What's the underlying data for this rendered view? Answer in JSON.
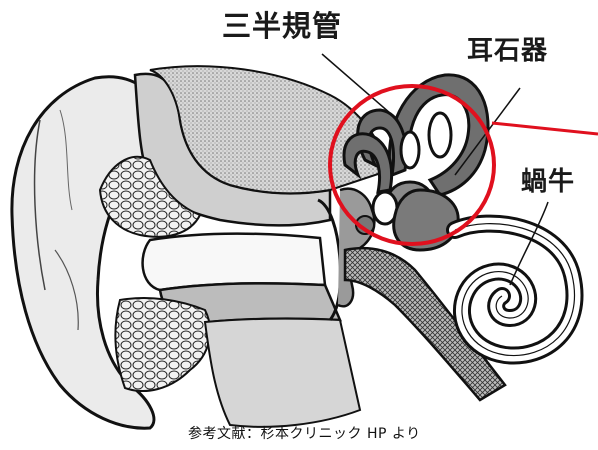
{
  "labels": {
    "semicircular_canals": "三半規管",
    "otolith_organ": "耳石器",
    "cochlea": "蝸牛"
  },
  "caption": "参考文献：杉本クリニック HP より",
  "colors": {
    "highlight_circle": "#e0101e",
    "ink": "#1a1a1a"
  }
}
